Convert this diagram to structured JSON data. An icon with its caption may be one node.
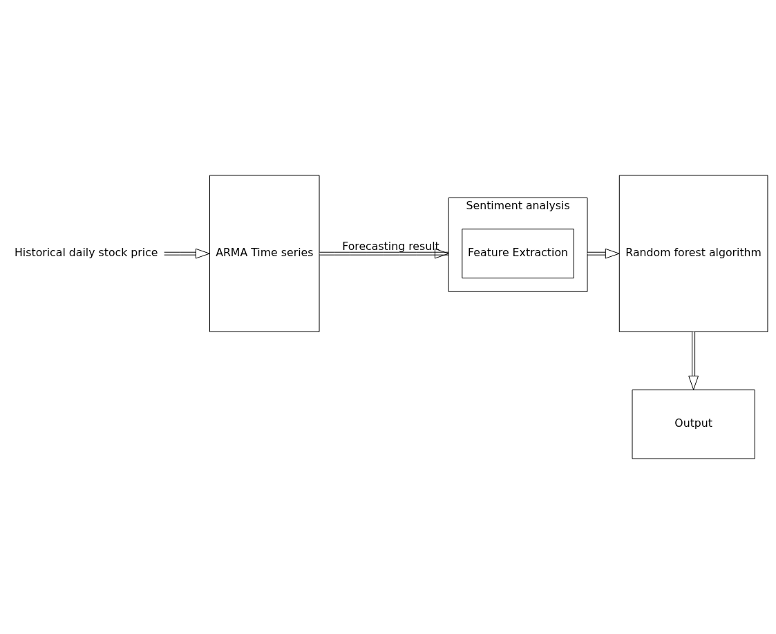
{
  "diagram": {
    "nodes": [
      {
        "text": [
          "Historical daily stock price"
        ]
      },
      {
        "text": [
          "ARMA Time series"
        ]
      },
      {
        "text": [
          "Sentiment analysis"
        ]
      },
      {
        "text": [
          "Feature Extraction"
        ],
        "in": 2
      },
      {
        "text": [
          "Random forest algorithm"
        ]
      },
      {
        "text": [
          "Output"
        ]
      }
    ],
    "edges": [
      {
        "from": 0,
        "to": 1,
        "arrow": "to"
      },
      {
        "from": 1,
        "to": 2,
        "arrow": "to",
        "label": "Forecasting result"
      },
      {
        "from": 2,
        "to": 4,
        "arrow": "to"
      },
      {
        "from": 4,
        "to": 5,
        "arrow": "to"
      }
    ]
  }
}
